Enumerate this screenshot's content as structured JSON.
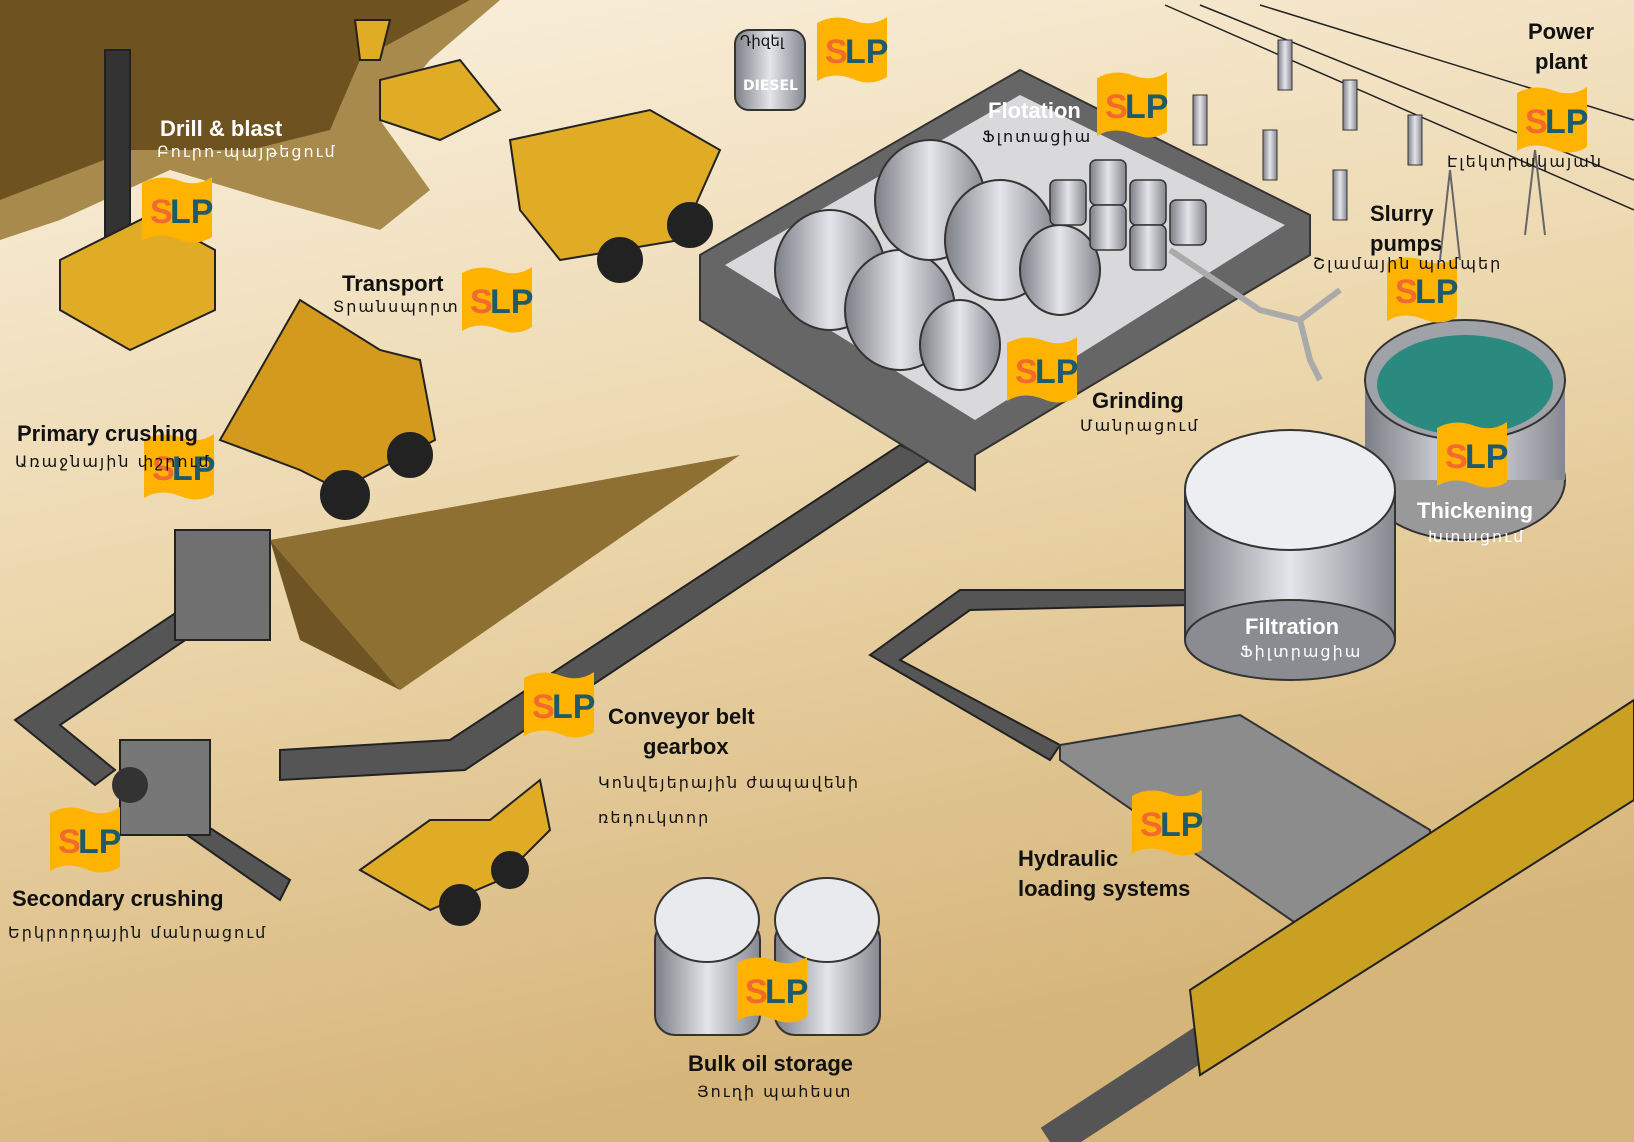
{
  "logo_text": "SLP",
  "colors": {
    "sand": "#d9bd86",
    "dark_earth": "#6e5320",
    "machine_yellow": "#e0ab25",
    "steel": "#8d8f95",
    "flag": "#fdb300"
  },
  "diesel_tank": {
    "armenian": "Դիզել",
    "english": "DIESEL"
  },
  "stations": [
    {
      "id": "drill",
      "title": "Drill & blast",
      "subtitle": "Բուրո-պայթեցում"
    },
    {
      "id": "transport",
      "title": "Transport",
      "subtitle": "Տրանսպորտ"
    },
    {
      "id": "primary",
      "title": "Primary crushing",
      "subtitle": "Առաջնային փշրում"
    },
    {
      "id": "secondary",
      "title": "Secondary crushing",
      "subtitle": "Երկրորդային մանրացում"
    },
    {
      "id": "conveyor",
      "title": "Conveyor belt",
      "title2": "gearbox",
      "subtitle": "Կոնվեյերային ժապավենի",
      "subtitle2": "ռեդուկտոր"
    },
    {
      "id": "oil",
      "title": "Bulk oil storage",
      "subtitle": "Յուղի պահեստ"
    },
    {
      "id": "hydraulic",
      "title": "Hydraulic",
      "title2": "loading systems"
    },
    {
      "id": "filtration",
      "title": "Filtration",
      "subtitle": "Ֆիլտրացիա"
    },
    {
      "id": "thickening",
      "title": "Thickening",
      "subtitle": "Խտացում"
    },
    {
      "id": "grinding",
      "title": "Grinding",
      "subtitle": "Մանրացում"
    },
    {
      "id": "flotation",
      "title": "Flotation",
      "subtitle": "Ֆլոտացիա"
    },
    {
      "id": "slurry",
      "title": "Slurry",
      "title2": "pumps",
      "subtitle": "Շլամային պոմպեր"
    },
    {
      "id": "power",
      "title": "Power",
      "title2": "plant",
      "subtitle": "Էլեկտրակայան"
    }
  ]
}
